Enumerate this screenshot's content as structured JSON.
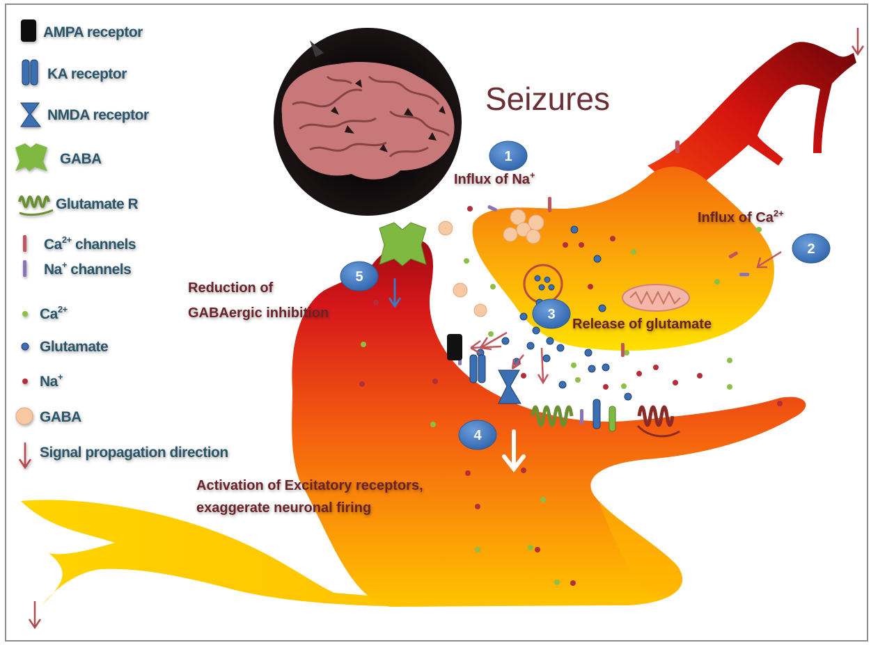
{
  "title": "Seizures",
  "legend": [
    {
      "id": "ampa",
      "icon": "ampa-receptor-icon",
      "label": "AMPA receptor"
    },
    {
      "id": "ka",
      "icon": "ka-receptor-icon",
      "label": "KA receptor"
    },
    {
      "id": "nmda",
      "icon": "nmda-receptor-icon",
      "label": "NMDA receptor"
    },
    {
      "id": "gaba-receptor",
      "icon": "gaba-receptor-icon",
      "label": "GABA"
    },
    {
      "id": "glutamate-r",
      "icon": "glutamate-r-icon",
      "label": "Glutamate R"
    },
    {
      "id": "ca-channels",
      "icon": "ca-channel-icon",
      "label": "Ca",
      "sup": "2+",
      "suffix": " channels"
    },
    {
      "id": "na-channels",
      "icon": "na-channel-icon",
      "label": "Na",
      "sup": "+",
      "suffix": " channels"
    },
    {
      "id": "ca-ion",
      "icon": "ca-dot-icon",
      "label": "Ca",
      "sup": "2+",
      "suffix": ""
    },
    {
      "id": "glutamate",
      "icon": "glutamate-dot-icon",
      "label": "Glutamate"
    },
    {
      "id": "na-ion",
      "icon": "na-dot-icon",
      "label": "Na",
      "sup": "+",
      "suffix": ""
    },
    {
      "id": "gaba",
      "icon": "gaba-vesicle-icon",
      "label": "GABA"
    },
    {
      "id": "signal",
      "icon": "signal-arrow-icon",
      "label": "Signal propagation direction"
    }
  ],
  "steps": [
    {
      "num": "1",
      "label_main": "Influx of Na",
      "label_sup": "+"
    },
    {
      "num": "2",
      "label_main": "Influx of Ca",
      "label_sup": "2+"
    },
    {
      "num": "3",
      "label_main": "Release of glutamate"
    },
    {
      "num": "4",
      "label_line1": "Activation of Excitatory receptors,",
      "label_line2": "exaggerate neuronal firing"
    },
    {
      "num": "5",
      "label_line1": "Reduction of",
      "label_line2": "GABAergic inhibition"
    }
  ],
  "colors": {
    "legend_text": "#2b5468",
    "step_text": "#6a2229",
    "step_badge": "#3d73b8",
    "neuron_dark": "#c4151c",
    "neuron_light": "#ffd800",
    "ca_ion": "#8cbf45",
    "glutamate": "#3a6fb4",
    "na_ion": "#b32d3a",
    "gaba": "#f7c9a3",
    "gaba_receptor": "#7fb942"
  }
}
